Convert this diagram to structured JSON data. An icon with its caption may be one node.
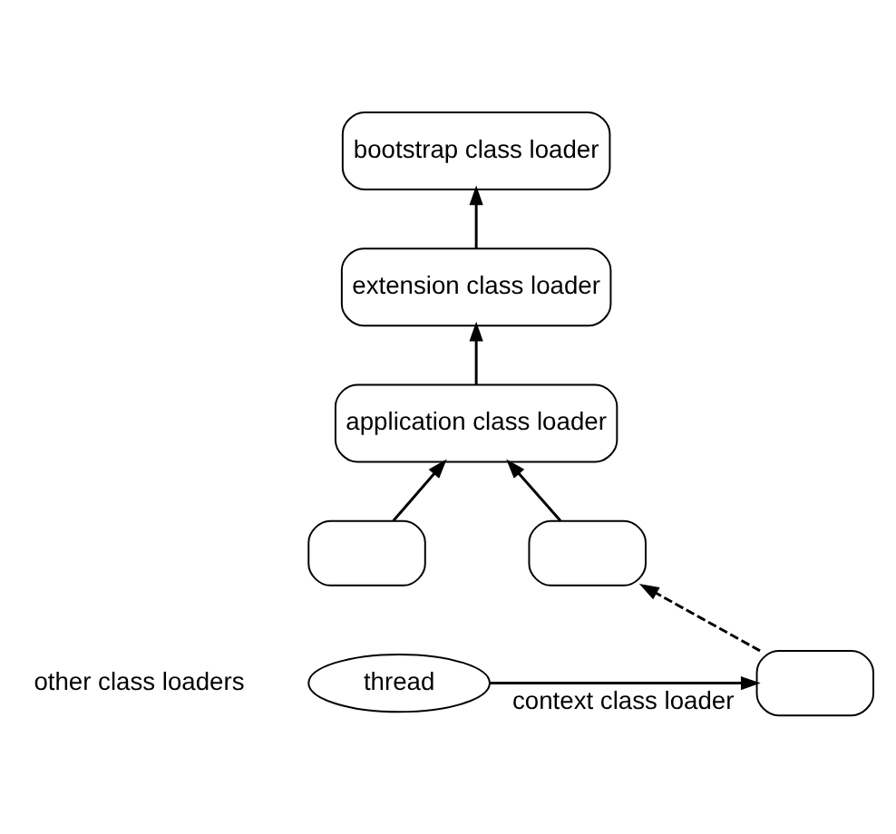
{
  "diagram": {
    "nodes": [
      {
        "text": [
          "bootstrap class loader"
        ]
      },
      {
        "text": [
          "extension class loader"
        ]
      },
      {
        "text": [
          "application class loader"
        ]
      },
      {
        "text": [],
        "shape": "box"
      },
      {
        "text": [],
        "shape": "box"
      },
      {
        "text": [],
        "shape": "box"
      },
      {
        "text": [
          "thread"
        ]
      }
    ],
    "edges": [
      {
        "from": 1,
        "to": 0,
        "arrow": "to"
      },
      {
        "from": 2,
        "to": 1,
        "arrow": "to"
      },
      {
        "from": 3,
        "to": 2,
        "arrow": "to"
      },
      {
        "from": 4,
        "to": 2,
        "arrow": "to"
      },
      {
        "from": 5,
        "to": 4,
        "arrow": "to",
        "style": "dashed"
      },
      {
        "from": 6,
        "to": 5,
        "arrow": "to",
        "label": "context class loader"
      }
    ],
    "labels": [
      "other class loaders"
    ]
  }
}
